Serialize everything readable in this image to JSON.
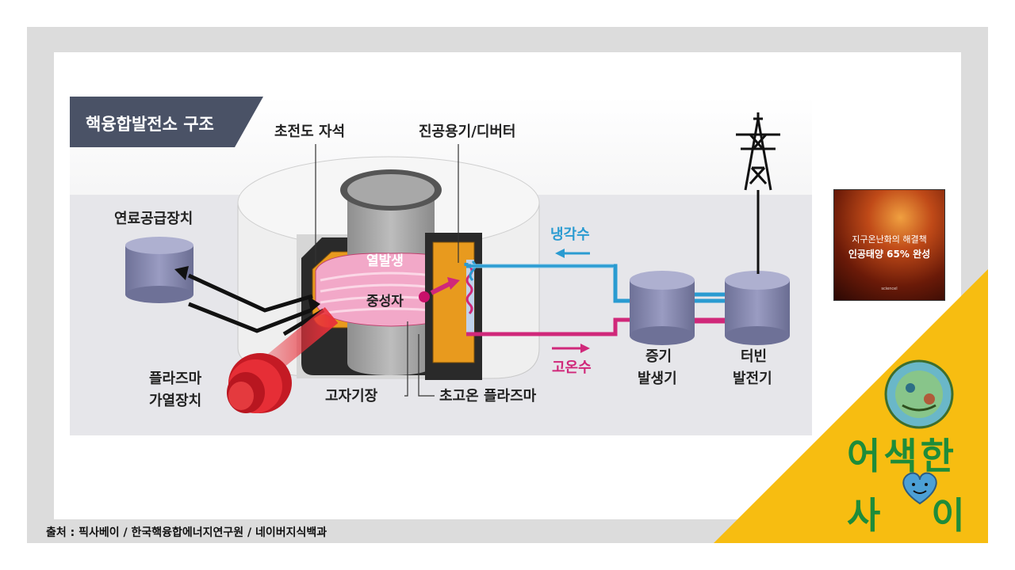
{
  "title": "핵융합발전소 구조",
  "labels": {
    "magnet": "초전도 자석",
    "vessel": "진공용기/디버터",
    "fuel": "연료공급장치",
    "heat": "열발생",
    "neutron": "중성자",
    "coolant": "냉각수",
    "hot_water": "고온수",
    "steam1": "증기",
    "steam2": "발생기",
    "turbine1": "터빈",
    "turbine2": "발전기",
    "plasma_heat1": "플라즈마",
    "plasma_heat2": "가열장치",
    "field": "고자기장",
    "plasma": "초고온 플라즈마"
  },
  "thumbnail": {
    "line1": "지구온난화의 해결책",
    "line2": "인공태양 65% 완성",
    "line3": "sciencel"
  },
  "source": "출처 : 픽사베이 / 한국핵융합에너지연구원 / 네이버지식백과",
  "brand": {
    "line1": "어색한",
    "line2": "사이"
  },
  "colors": {
    "banner": "#4a5266",
    "coolant": "#2a9bd1",
    "hot": "#d0287a",
    "plasma": "#f2a8c8",
    "magnet": "#e89a1e",
    "tank": "#7d80a8",
    "accent_yellow": "#f7bd11",
    "brand_green": "#1e8c3a"
  }
}
